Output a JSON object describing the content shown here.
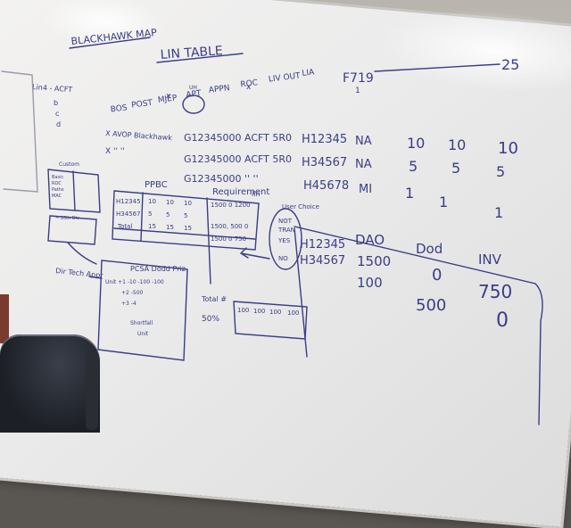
{
  "whiteboard": {
    "title": "BLACKHAWK MAP",
    "subtitle": "LIN TABLE",
    "header_right": "F719",
    "header_right_num": "25",
    "header_note": "1",
    "col_labels": [
      "BOS",
      "POST",
      "MJEP",
      "APT",
      "APPN",
      "ROC",
      "LIV OUT",
      "LIA"
    ],
    "apt_note": "UH",
    "left_block": {
      "head": "Lin4 - ACFT",
      "lines": [
        "b",
        "c",
        "d"
      ]
    },
    "rows": [
      {
        "prefix": "X AVOP Blackhawk",
        "acft": "G12345000 ACFT 5R0",
        "id": "H12345",
        "status": "NA",
        "v1": "10",
        "v2": "10",
        "v3": "10"
      },
      {
        "prefix": "X  ''  ''",
        "acft": "G12345000 ACFT 5R0",
        "id": "H34567",
        "status": "NA",
        "v1": "5",
        "v2": "5",
        "v3": "5"
      },
      {
        "prefix": "",
        "acft": "G12345000  ''  ''",
        "id": "H45678",
        "status": "MI",
        "v1": "1",
        "v2": "1",
        "v3": "1"
      }
    ],
    "custom_box": {
      "label": "Custom",
      "lines": [
        "Basic",
        "ROC",
        "Paths",
        "MAC"
      ]
    },
    "small_box_label": "~ 10th Div",
    "ppbc": {
      "head_left": "PPBC",
      "head_right": "Requirement",
      "head_lin": "lin",
      "rows": [
        {
          "id": "H12345",
          "a": "10",
          "b": "10",
          "c": "10",
          "req": "1500 0 1200"
        },
        {
          "id": "H34567",
          "a": "5",
          "b": "5",
          "c": "5",
          "req": "1500, 500 0"
        },
        {
          "id": "Total",
          "a": "15",
          "b": "15",
          "c": "15",
          "req": "1500 0 750"
        }
      ]
    },
    "user_choice": {
      "label": "User Choice",
      "items": [
        "NOT",
        "TRAN",
        "YES",
        "NO"
      ]
    },
    "right_table": {
      "head": [
        "DAO",
        "Dod",
        "INV"
      ],
      "rows": [
        {
          "id": "H12345",
          "dao": "1500",
          "dod": "0",
          "inv": "750"
        },
        {
          "id": "H34567",
          "dao": "100",
          "dod": "500",
          "inv": "0"
        }
      ]
    },
    "dir_label": "Dir Tech Appr",
    "pcsa": {
      "head": "PCSA Dodd Priz",
      "lines": [
        "Unit +1 -10 -100 -100",
        "+2 -500",
        "+3 -4",
        "Shortfall",
        "Unit"
      ]
    },
    "total_label": "Total #",
    "total_values": [
      "100",
      "100",
      "100",
      "100"
    ],
    "percent_label": "50%"
  }
}
